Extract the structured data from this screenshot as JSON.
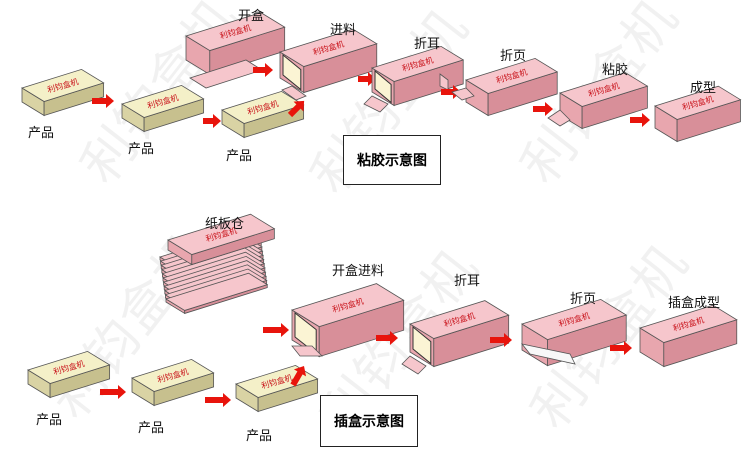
{
  "watermark": "利钧盒机",
  "box_brand": "利钧盒机",
  "glue": {
    "caption": "粘胶示意图",
    "product_label": "产品",
    "steps": [
      "开盒",
      "进料",
      "折耳",
      "折页",
      "粘胶",
      "成型"
    ]
  },
  "insert": {
    "caption": "插盒示意图",
    "product_label": "产品",
    "magazine": "纸板仓",
    "steps": [
      "开盒进料",
      "折耳",
      "折页",
      "插盒成型"
    ]
  },
  "colors": {
    "product_face": "#f4f0c8",
    "carton_face": "#f6c6cc",
    "carton_side": "#e8a6ae",
    "arrow": "#e8140c",
    "brand_text": "#c81018"
  }
}
